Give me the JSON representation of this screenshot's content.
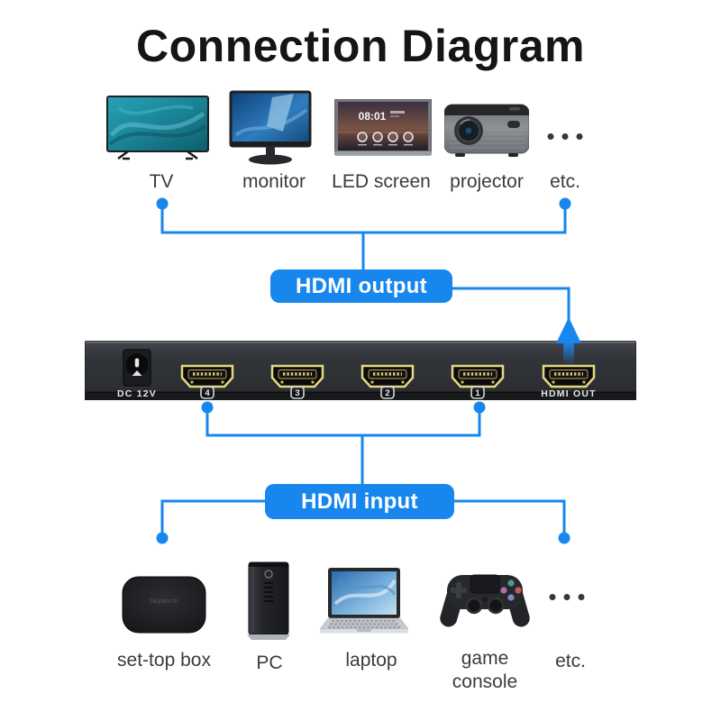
{
  "title": "Connection Diagram",
  "output_section": {
    "badge": "HDMI output",
    "devices": [
      {
        "label": "TV",
        "icon": "tv-icon"
      },
      {
        "label": "monitor",
        "icon": "monitor-icon"
      },
      {
        "label": "LED screen",
        "icon": "led-screen-icon"
      },
      {
        "label": "projector",
        "icon": "projector-icon"
      },
      {
        "label": "etc.",
        "icon": "ellipsis-icon"
      }
    ]
  },
  "switch": {
    "power_label": "DC 12V",
    "input_port_labels": [
      "4",
      "3",
      "2",
      "1"
    ],
    "output_port_label": "HDMI OUT"
  },
  "input_section": {
    "badge": "HDMI input",
    "devices": [
      {
        "label": "set-top box",
        "icon": "set-top-box-icon"
      },
      {
        "label": "PC",
        "icon": "pc-tower-icon"
      },
      {
        "label": "laptop",
        "icon": "laptop-icon"
      },
      {
        "label": "game console",
        "icon": "game-controller-icon"
      },
      {
        "label": "etc.",
        "icon": "ellipsis-icon"
      }
    ]
  },
  "led_screen": {
    "time": "08:01"
  },
  "set_top_box": {
    "brand": "Skyworth"
  },
  "colors": {
    "accent_blue": "#1787ee",
    "hdmi_gold": "#e5d780",
    "switch_body": "#2e3136",
    "label_text": "#3b3b40"
  }
}
